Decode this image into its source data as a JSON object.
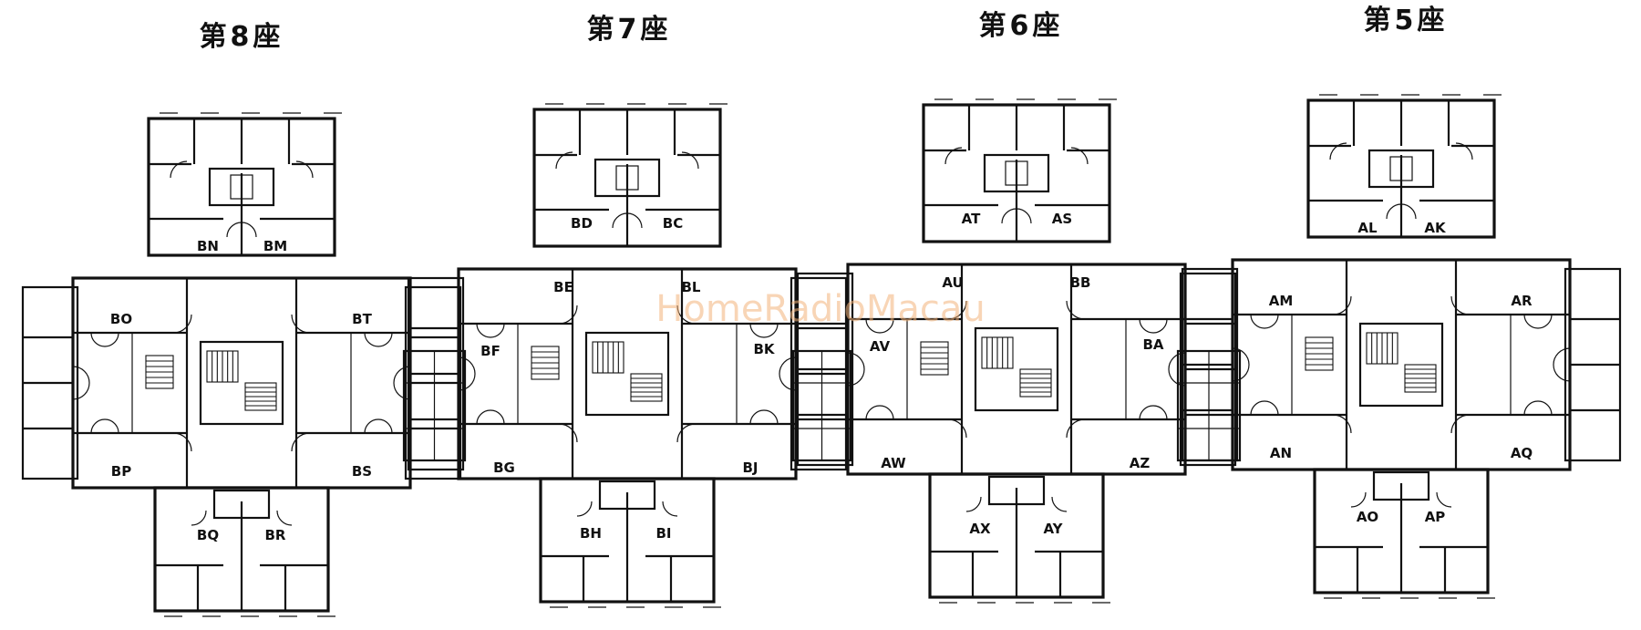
{
  "colors": {
    "line": "#111111",
    "background": "#ffffff",
    "watermark": "#f2b27a"
  },
  "watermark": "HomeRadioMacau",
  "towers": [
    {
      "title": "第8座",
      "units": [
        {
          "label": "BN",
          "pos": "top-left"
        },
        {
          "label": "BM",
          "pos": "top-right"
        },
        {
          "label": "BO",
          "pos": "left-upper"
        },
        {
          "label": "BT",
          "pos": "right-upper"
        },
        {
          "label": "BP",
          "pos": "left-lower"
        },
        {
          "label": "BS",
          "pos": "right-lower"
        },
        {
          "label": "BQ",
          "pos": "bottom-left"
        },
        {
          "label": "BR",
          "pos": "bottom-right"
        }
      ]
    },
    {
      "title": "第7座",
      "units": [
        {
          "label": "BD",
          "pos": "top-left"
        },
        {
          "label": "BC",
          "pos": "top-right"
        },
        {
          "label": "BE",
          "pos": "left-upper"
        },
        {
          "label": "BL",
          "pos": "right-upper"
        },
        {
          "label": "BF",
          "pos": "left-mid"
        },
        {
          "label": "BK",
          "pos": "right-mid"
        },
        {
          "label": "BG",
          "pos": "left-lower"
        },
        {
          "label": "BJ",
          "pos": "right-lower"
        },
        {
          "label": "BH",
          "pos": "bottom-left"
        },
        {
          "label": "BI",
          "pos": "bottom-right"
        }
      ]
    },
    {
      "title": "第6座",
      "units": [
        {
          "label": "AT",
          "pos": "top-left"
        },
        {
          "label": "AS",
          "pos": "top-right"
        },
        {
          "label": "AU",
          "pos": "left-upper"
        },
        {
          "label": "BB",
          "pos": "right-upper"
        },
        {
          "label": "AV",
          "pos": "left-mid"
        },
        {
          "label": "BA",
          "pos": "right-mid"
        },
        {
          "label": "AW",
          "pos": "left-lower"
        },
        {
          "label": "AZ",
          "pos": "right-lower"
        },
        {
          "label": "AX",
          "pos": "bottom-left"
        },
        {
          "label": "AY",
          "pos": "bottom-right"
        }
      ]
    },
    {
      "title": "第5座",
      "units": [
        {
          "label": "AL",
          "pos": "top-left"
        },
        {
          "label": "AK",
          "pos": "top-right"
        },
        {
          "label": "AM",
          "pos": "left-upper"
        },
        {
          "label": "AR",
          "pos": "right-upper"
        },
        {
          "label": "AN",
          "pos": "left-lower"
        },
        {
          "label": "AQ",
          "pos": "right-lower"
        },
        {
          "label": "AO",
          "pos": "bottom-left"
        },
        {
          "label": "AP",
          "pos": "bottom-right"
        }
      ]
    }
  ]
}
